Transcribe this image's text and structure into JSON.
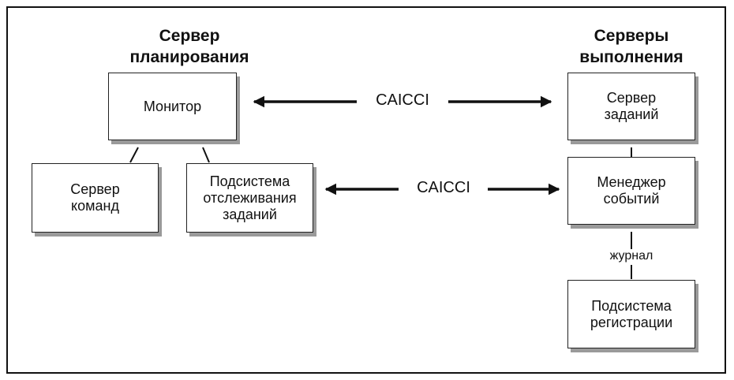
{
  "left_group": {
    "title_line1": "Сервер",
    "title_line2": "планирования",
    "monitor": "Монитор",
    "command_server": "Сервер\nкоманд",
    "job_tracking": "Подсистема\nотслеживания\nзаданий"
  },
  "right_group": {
    "title_line1": "Серверы",
    "title_line2": "выполнения",
    "job_server": "Сервер\nзаданий",
    "event_manager": "Менеджер\nсобытий",
    "logging_subsystem": "Подсистема\nрегистрации",
    "log_link_label": "журнал"
  },
  "connections": {
    "top_protocol": "CAICCI",
    "bottom_protocol": "CAICCI"
  }
}
